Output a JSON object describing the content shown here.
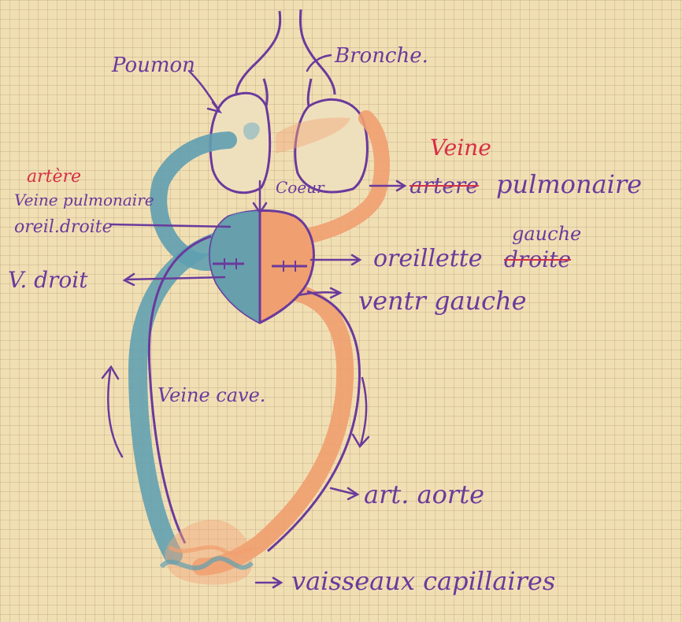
{
  "labels": {
    "poumon": "Poumon",
    "bronche": "Bronche.",
    "coeur": "Coeur",
    "veine_red": "Veine",
    "artere_crossed": "artere",
    "pulmonaire_right": "pulmonaire",
    "artere_red": "artère",
    "veine_pulmonaire_left": "Veine pulmonaire",
    "oreil_droite": "oreil.droite",
    "gauche": "gauche",
    "oreillette": "oreillette",
    "droite_crossed": "droite",
    "v_droit": "V. droit",
    "ventr_gauche": "ventr gauche",
    "veine_cave": "Veine cave.",
    "art_aorte": "art. aorte",
    "vaisseaux_capillaires": "vaisseaux capillaires"
  },
  "colors": {
    "paper": "#f1dfb4",
    "ink": "#6a3a9c",
    "correction_red": "#d62f45",
    "venous_blue": "#5f9fb0",
    "arterial_orange": "#f0a070"
  }
}
